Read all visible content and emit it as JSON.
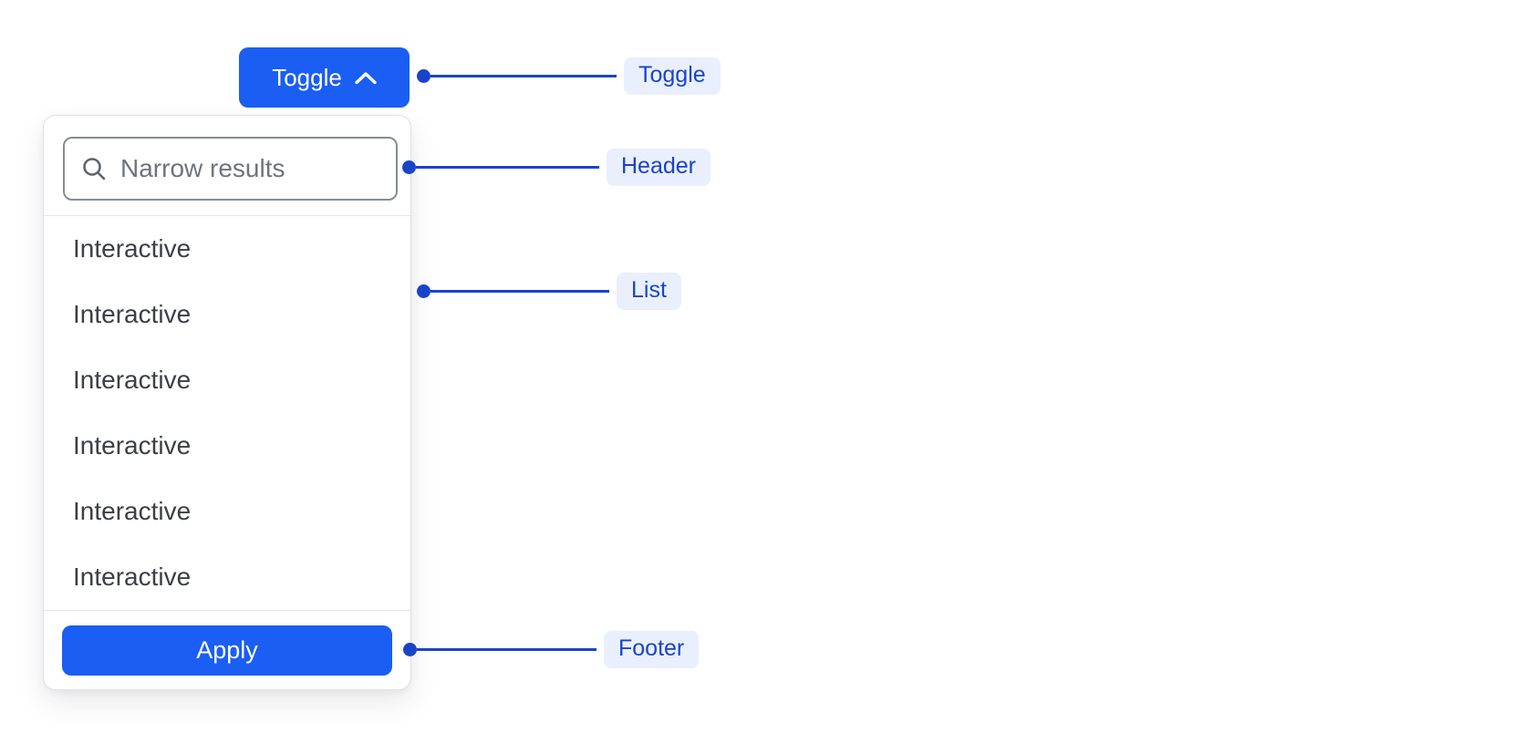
{
  "toggle": {
    "label": "Toggle"
  },
  "panel": {
    "search_placeholder": "Narrow results",
    "list_items": [
      "Interactive",
      "Interactive",
      "Interactive",
      "Interactive",
      "Interactive",
      "Interactive"
    ],
    "apply_label": "Apply"
  },
  "annotations": {
    "toggle": "Toggle",
    "header": "Header",
    "list": "List",
    "footer": "Footer"
  },
  "colors": {
    "primary_blue": "#1A5EF4",
    "annotation_blue": "#1A44C8",
    "annotation_pill_bg": "#E9EFFC"
  }
}
